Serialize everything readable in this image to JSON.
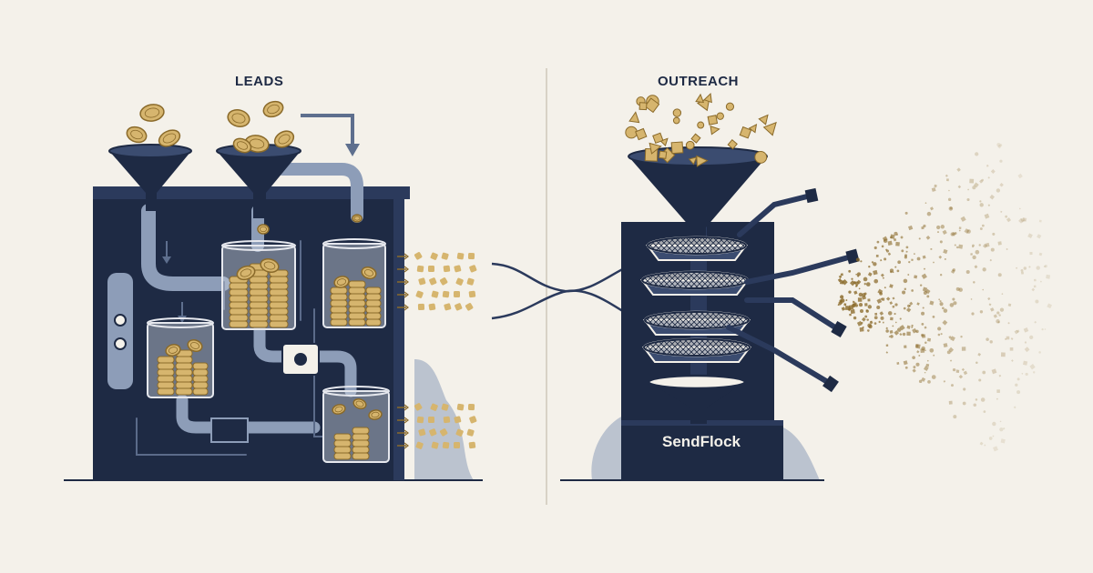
{
  "panels": {
    "left": {
      "title": "LEADS"
    },
    "right": {
      "title": "OUTREACH",
      "machine_label": "SendFlock"
    }
  },
  "palette": {
    "background": "#f4f1ea",
    "machine_body": "#1e2a44",
    "machine_shadow": "#7f8fac",
    "pipe": "#8d9db8",
    "coin": "#d6b56e",
    "coin_edge": "#8a6a2a",
    "divider": "#cfc8ba"
  },
  "icons": [
    "funnel-icon",
    "coin-icon",
    "jar-icon",
    "pipe-icon",
    "sieve-icon",
    "nozzle-icon"
  ]
}
